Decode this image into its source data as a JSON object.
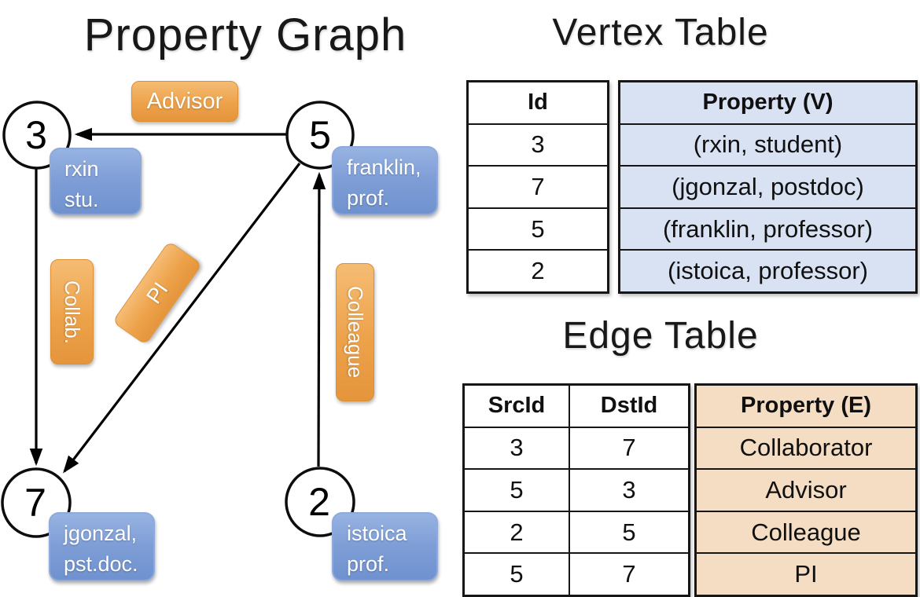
{
  "slide": {
    "graph": {
      "title": "Property Graph",
      "nodes": [
        {
          "id": "3",
          "line1": "rxin",
          "line2": "stu."
        },
        {
          "id": "5",
          "line1": "franklin,",
          "line2": "prof."
        },
        {
          "id": "7",
          "line1": "jgonzal,",
          "line2": "pst.doc."
        },
        {
          "id": "2",
          "line1": "istoica",
          "line2": "prof."
        }
      ],
      "edges": [
        {
          "from": "5",
          "to": "3",
          "label": "Advisor"
        },
        {
          "from": "3",
          "to": "7",
          "label": "Collab."
        },
        {
          "from": "5",
          "to": "7",
          "label": "PI"
        },
        {
          "from": "2",
          "to": "5",
          "label": "Colleague"
        }
      ]
    },
    "vertex_table": {
      "title": "Vertex Table",
      "columns": [
        "Id",
        "Property (V)"
      ],
      "rows": [
        [
          "3",
          "(rxin, student)"
        ],
        [
          "7",
          "(jgonzal, postdoc)"
        ],
        [
          "5",
          "(franklin, professor)"
        ],
        [
          "2",
          "(istoica, professor)"
        ]
      ]
    },
    "edge_table": {
      "title": "Edge Table",
      "columns": [
        "SrcId",
        "DstId",
        "Property (E)"
      ],
      "rows": [
        [
          "3",
          "7",
          "Collaborator"
        ],
        [
          "5",
          "3",
          "Advisor"
        ],
        [
          "2",
          "5",
          "Colleague"
        ],
        [
          "5",
          "7",
          "PI"
        ]
      ]
    },
    "colors": {
      "edge_label_orange": "#EDA24A",
      "vertex_label_blue": "#7E9DD6",
      "vertex_property_cell_bg": "#D9E2F3",
      "edge_property_cell_bg": "#F4DDC2",
      "line_color": "#000000"
    }
  }
}
